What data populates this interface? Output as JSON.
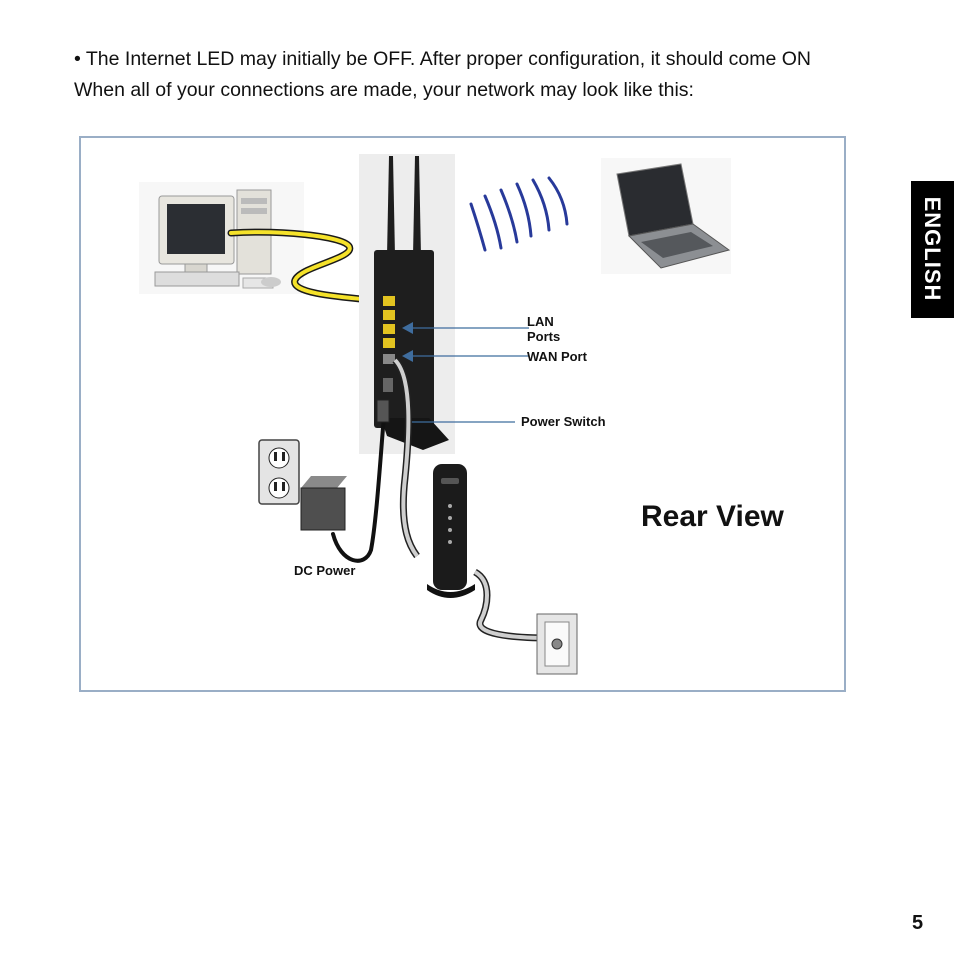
{
  "intro": {
    "line1": "• The Internet LED may initially be OFF. After proper configuration, it should come ON",
    "line2": "When all of your connections are made, your network may look like this:"
  },
  "diagram": {
    "labels": {
      "lan_ports": "LAN\nPorts",
      "wan_port": "WAN Port",
      "power_switch": "Power Switch",
      "dc_power": "DC Power"
    },
    "title": "Rear View",
    "colors": {
      "frame": "#9aaec6",
      "ethernet_cable": "#f5e22a",
      "wireless_waves": "#283a9a",
      "callout_lines": "#3f6d9e"
    }
  },
  "sidebar": {
    "language_tab": "ENGLISH"
  },
  "footer": {
    "page_number": "5"
  }
}
